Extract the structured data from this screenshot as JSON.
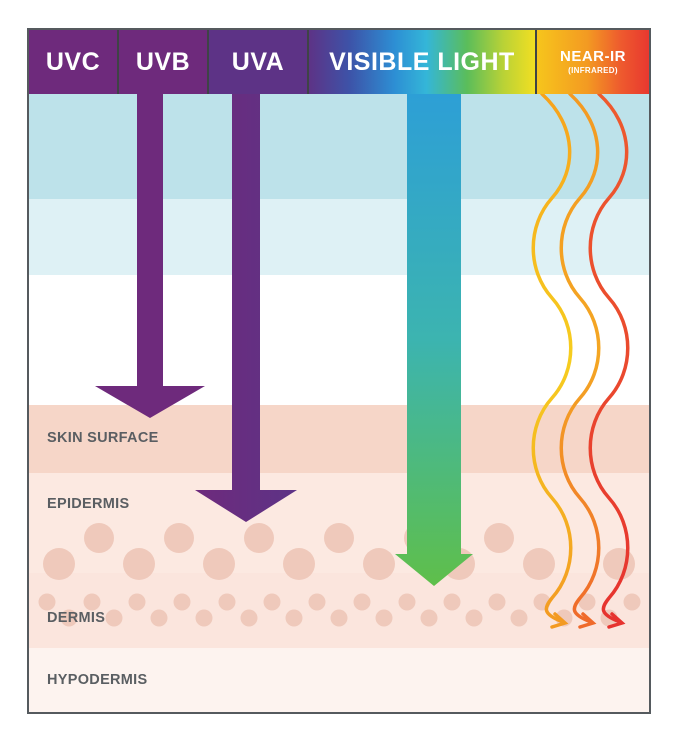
{
  "header": {
    "bands": [
      {
        "label": "UVC",
        "color": "#6e2a7c"
      },
      {
        "label": "UVB",
        "color": "#6e2a7c"
      },
      {
        "label": "UVA",
        "color": "#5d3386"
      },
      {
        "label": "VISIBLE LIGHT"
      },
      {
        "label": "NEAR-IR",
        "sublabel": "(INFRARED)"
      }
    ]
  },
  "layers": [
    {
      "label": "SKIN SURFACE"
    },
    {
      "label": "EPIDERMIS"
    },
    {
      "label": "DERMIS"
    },
    {
      "label": "HYPODERMIS"
    }
  ],
  "colors": {
    "frame": "#555a5e",
    "atmosphere_dark": "#bde2ea",
    "atmosphere_light": "#def1f5",
    "skin_surface": "#f6d6c8",
    "epidermis": "#fce9e1",
    "dermis": "#fbe5dd",
    "hypodermis": "#fdf3ef",
    "cell": "#efc9bb",
    "uv_arrow": "#6e2a7c",
    "uva_arrow": "#5d3386",
    "label_text": "#5a5e62"
  }
}
